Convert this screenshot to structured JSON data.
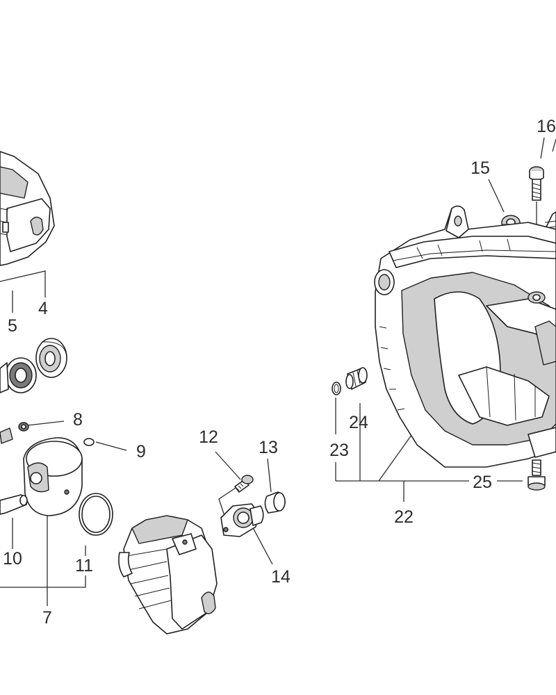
{
  "callouts": [
    {
      "id": "4",
      "text": "4"
    },
    {
      "id": "5",
      "text": "5"
    },
    {
      "id": "7",
      "text": "7"
    },
    {
      "id": "8",
      "text": "8"
    },
    {
      "id": "9",
      "text": "9"
    },
    {
      "id": "10",
      "text": "10"
    },
    {
      "id": "11",
      "text": "11"
    },
    {
      "id": "12",
      "text": "12"
    },
    {
      "id": "13",
      "text": "13"
    },
    {
      "id": "14",
      "text": "14"
    },
    {
      "id": "15",
      "text": "15"
    },
    {
      "id": "16",
      "text": "16"
    },
    {
      "id": "22",
      "text": "22"
    },
    {
      "id": "23",
      "text": "23"
    },
    {
      "id": "24",
      "text": "24"
    },
    {
      "id": "25",
      "text": "25"
    }
  ]
}
